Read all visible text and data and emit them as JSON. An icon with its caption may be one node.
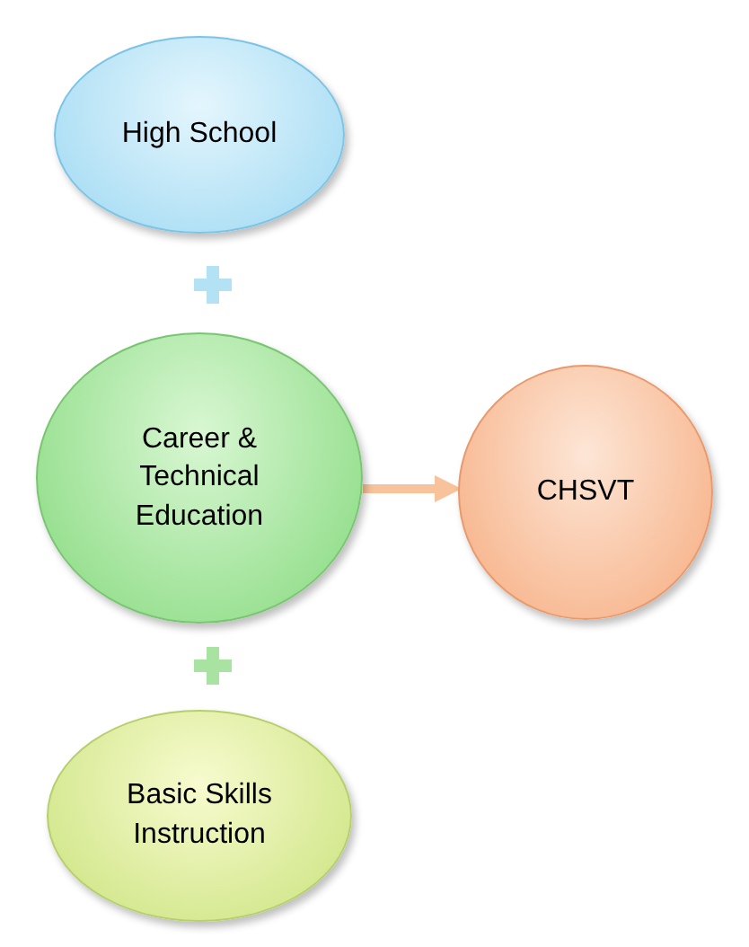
{
  "diagram": {
    "nodes": [
      {
        "text": [
          "High School"
        ]
      },
      {
        "text": [
          "Career & Technical Education"
        ]
      },
      {
        "text": [
          "CHSVT"
        ]
      },
      {
        "text": [
          "Basic Skills Instruction"
        ]
      }
    ],
    "edges": [
      {
        "from": 1,
        "to": 2,
        "arrow": "to",
        "color": "#f8c39a"
      }
    ]
  }
}
